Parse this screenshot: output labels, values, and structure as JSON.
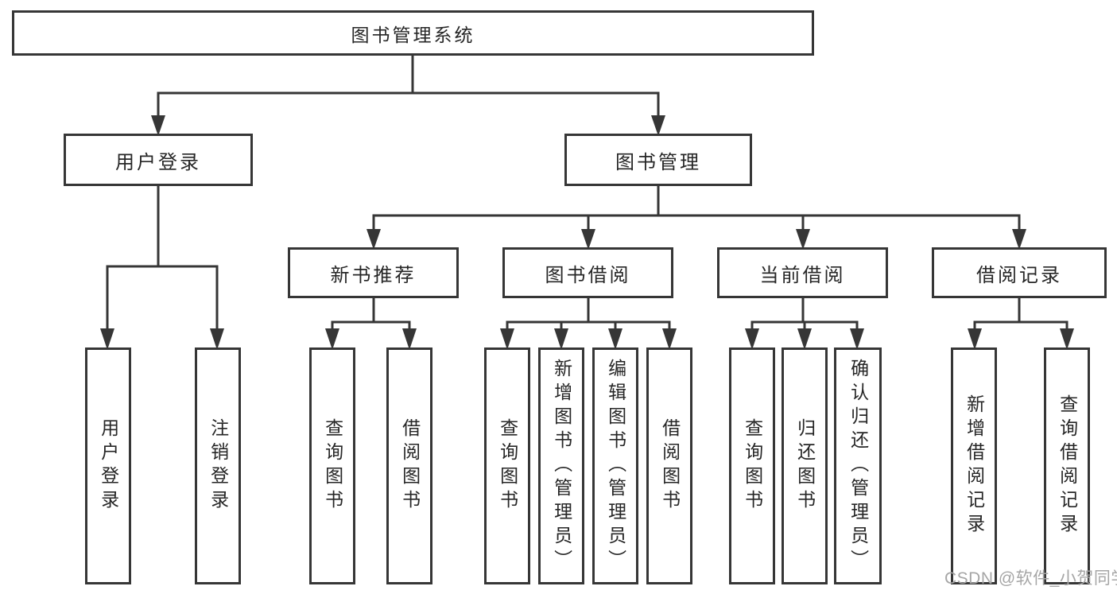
{
  "diagram_type": "tree",
  "tree": {
    "root": "图书管理系统",
    "children": [
      {
        "label": "用户登录",
        "children": [
          {
            "label": "用户登录"
          },
          {
            "label": "注销登录"
          }
        ]
      },
      {
        "label": "图书管理",
        "children": [
          {
            "label": "新书推荐",
            "children": [
              {
                "label": "查询图书"
              },
              {
                "label": "借阅图书"
              }
            ]
          },
          {
            "label": "图书借阅",
            "children": [
              {
                "label": "查询图书"
              },
              {
                "label": "新增图书（管理员）"
              },
              {
                "label": "编辑图书（管理员）"
              },
              {
                "label": "借阅图书"
              }
            ]
          },
          {
            "label": "当前借阅",
            "children": [
              {
                "label": "查询图书"
              },
              {
                "label": "归还图书"
              },
              {
                "label": "确认归还（管理员）"
              }
            ]
          },
          {
            "label": "借阅记录",
            "children": [
              {
                "label": "新增借阅记录"
              },
              {
                "label": "查询借阅记录"
              }
            ]
          }
        ]
      }
    ]
  },
  "watermark": {
    "text": "CSDN @软件_小贺同学"
  },
  "colors": {
    "line": "#363636",
    "text": "#262626",
    "background": "#ffffff",
    "box_fill": "#ffffff",
    "watermark": "#a6a6a6"
  }
}
